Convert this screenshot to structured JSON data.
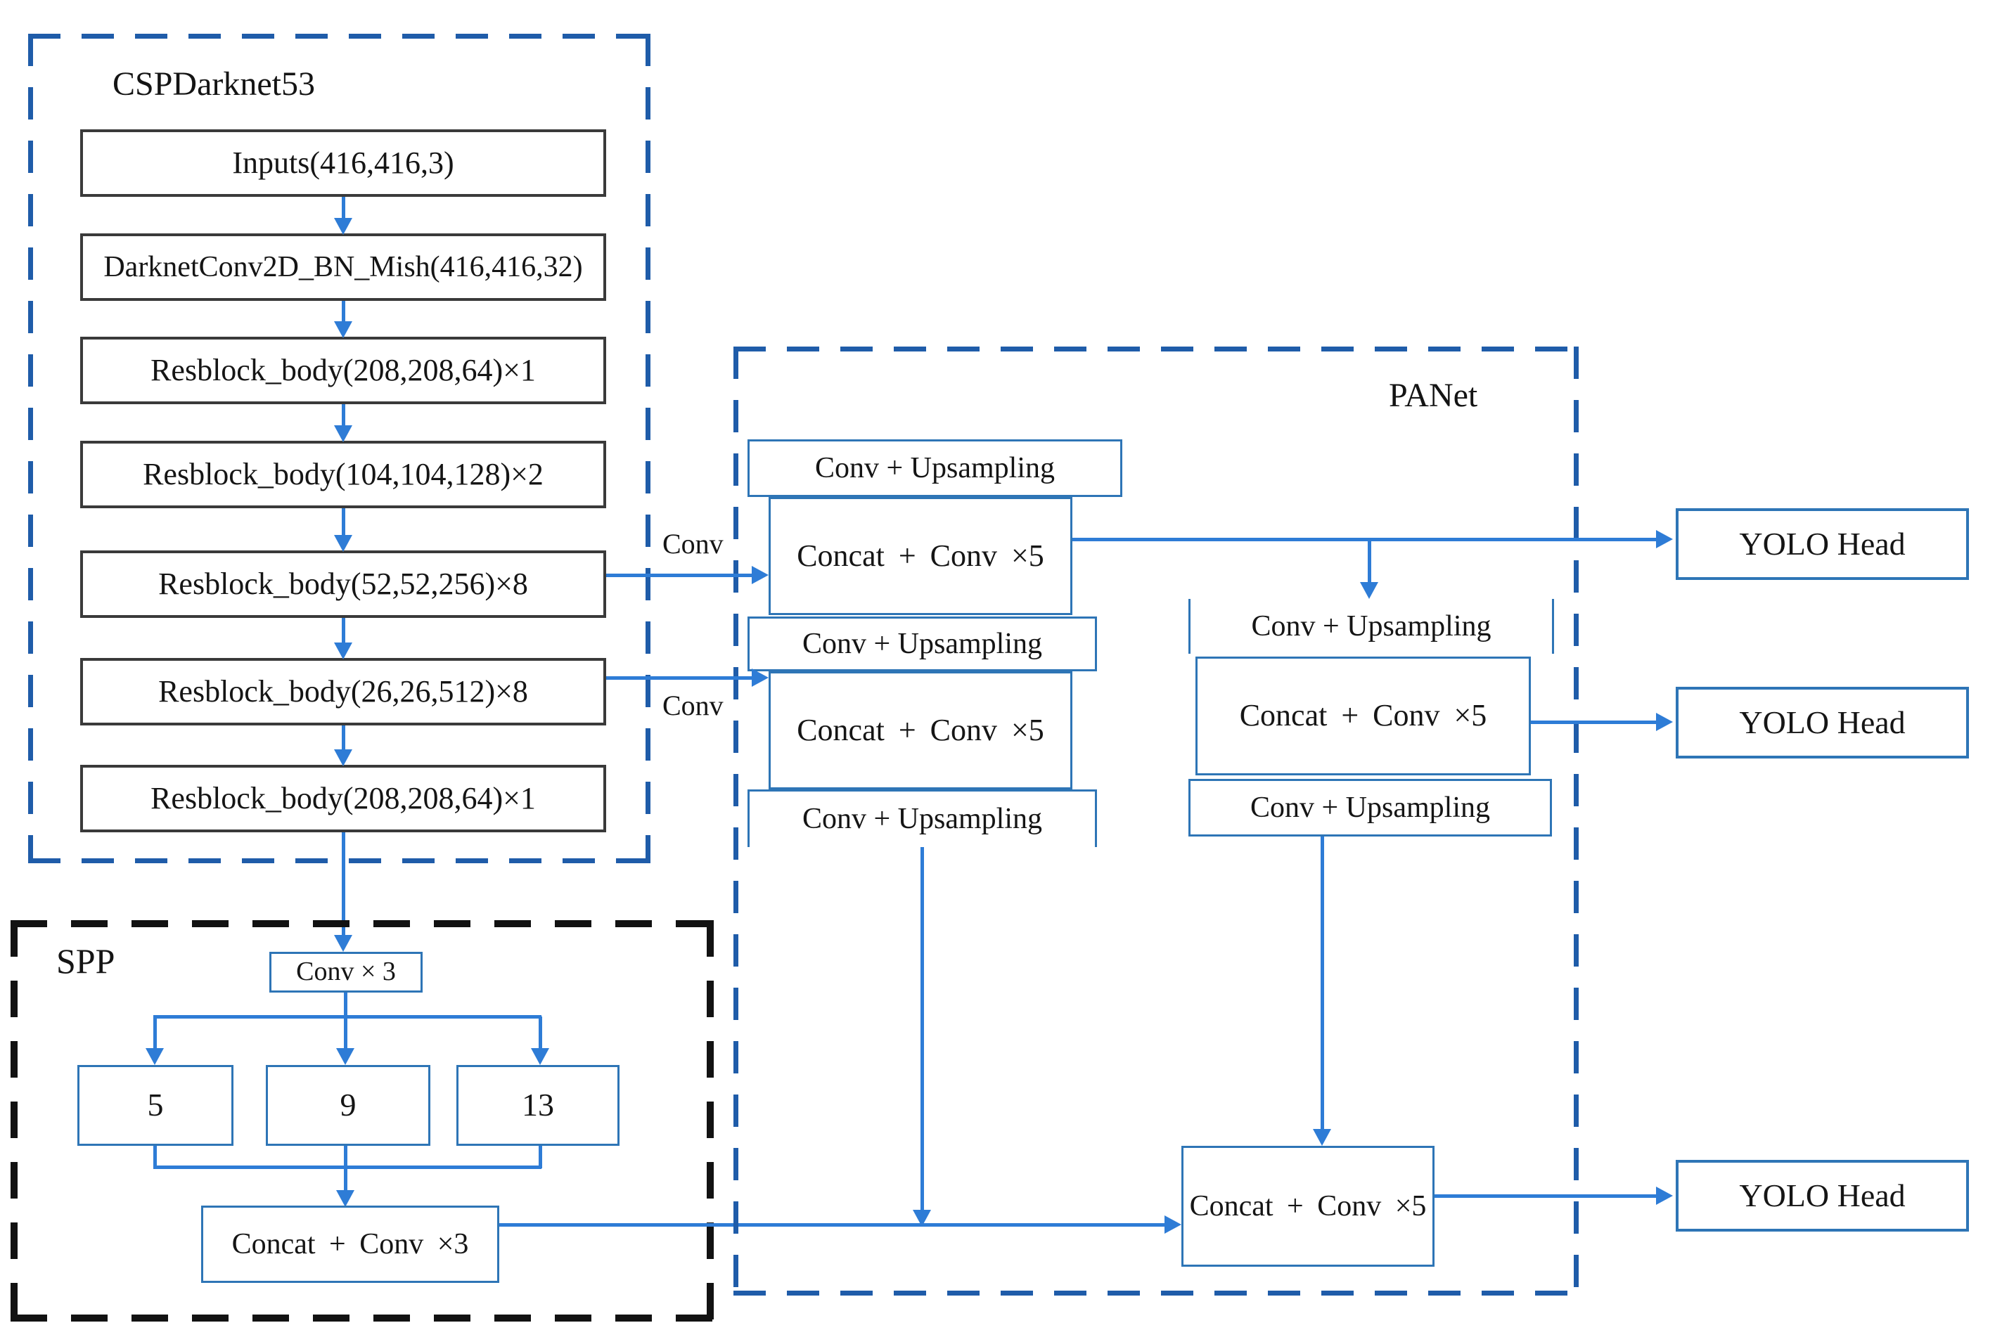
{
  "backbone": {
    "title": "CSPDarknet53",
    "blocks": [
      "Inputs(416,416,3)",
      "DarknetConv2D_BN_Mish(416,416,32)",
      "Resblock_body(208,208,64)×1",
      "Resblock_body(104,104,128)×2",
      "Resblock_body(52,52,256)×8",
      "Resblock_body(26,26,512)×8",
      "Resblock_body(208,208,64)×1"
    ]
  },
  "spp": {
    "title": "SPP",
    "conv3_label": "Conv × 3",
    "pool_sizes": [
      "5",
      "9",
      "13"
    ],
    "concat_label": "Concat + Conv ×3"
  },
  "panet": {
    "title": "PANet",
    "upsample_label": "Conv + Upsampling",
    "concat_label": "Concat + Conv ×5"
  },
  "edge_labels": {
    "conv": "Conv"
  },
  "heads": {
    "label": "YOLO Head"
  },
  "colors": {
    "arrow_blue": "#2e7cd6",
    "dash_border_blue": "#1f5ca9",
    "box_border_blue": "#2e75b6",
    "backbone_box_border": "#3a3a3a",
    "spp_dash_black": "#121212"
  }
}
